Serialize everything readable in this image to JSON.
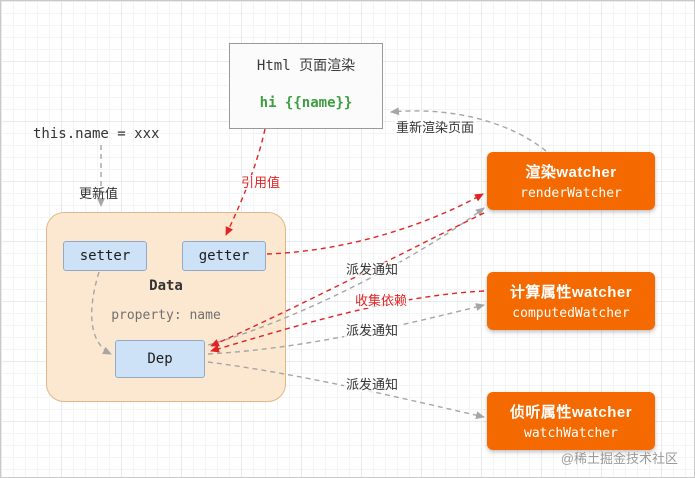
{
  "html_box": {
    "title": "Html 页面渲染",
    "content": "hi {{name}}"
  },
  "left_labels": {
    "assignment": "this.name = xxx",
    "update": "更新值"
  },
  "data_box": {
    "title": "Data",
    "setter": "setter",
    "getter": "getter",
    "property": "property: name",
    "dep": "Dep"
  },
  "watchers": [
    {
      "title": "渲染watcher",
      "subtitle": "renderWatcher"
    },
    {
      "title": "计算属性watcher",
      "subtitle": "computedWatcher"
    },
    {
      "title": "侦听属性watcher",
      "subtitle": "watchWatcher"
    }
  ],
  "edge_labels": {
    "rerender": "重新渲染页面",
    "reference": "引用值",
    "notify_render": "派发通知",
    "collect": "收集依赖",
    "notify_computed": "派发通知",
    "notify_watch": "派发通知"
  },
  "watermark": "@稀土掘金技术社区",
  "colors": {
    "watcher_orange": "#f56a00",
    "data_container_bg": "#fce8d0",
    "node_blue": "#cde2f7",
    "code_green": "#3c9e41",
    "red_line": "#e02424",
    "gray_line": "#a6a6a6"
  }
}
